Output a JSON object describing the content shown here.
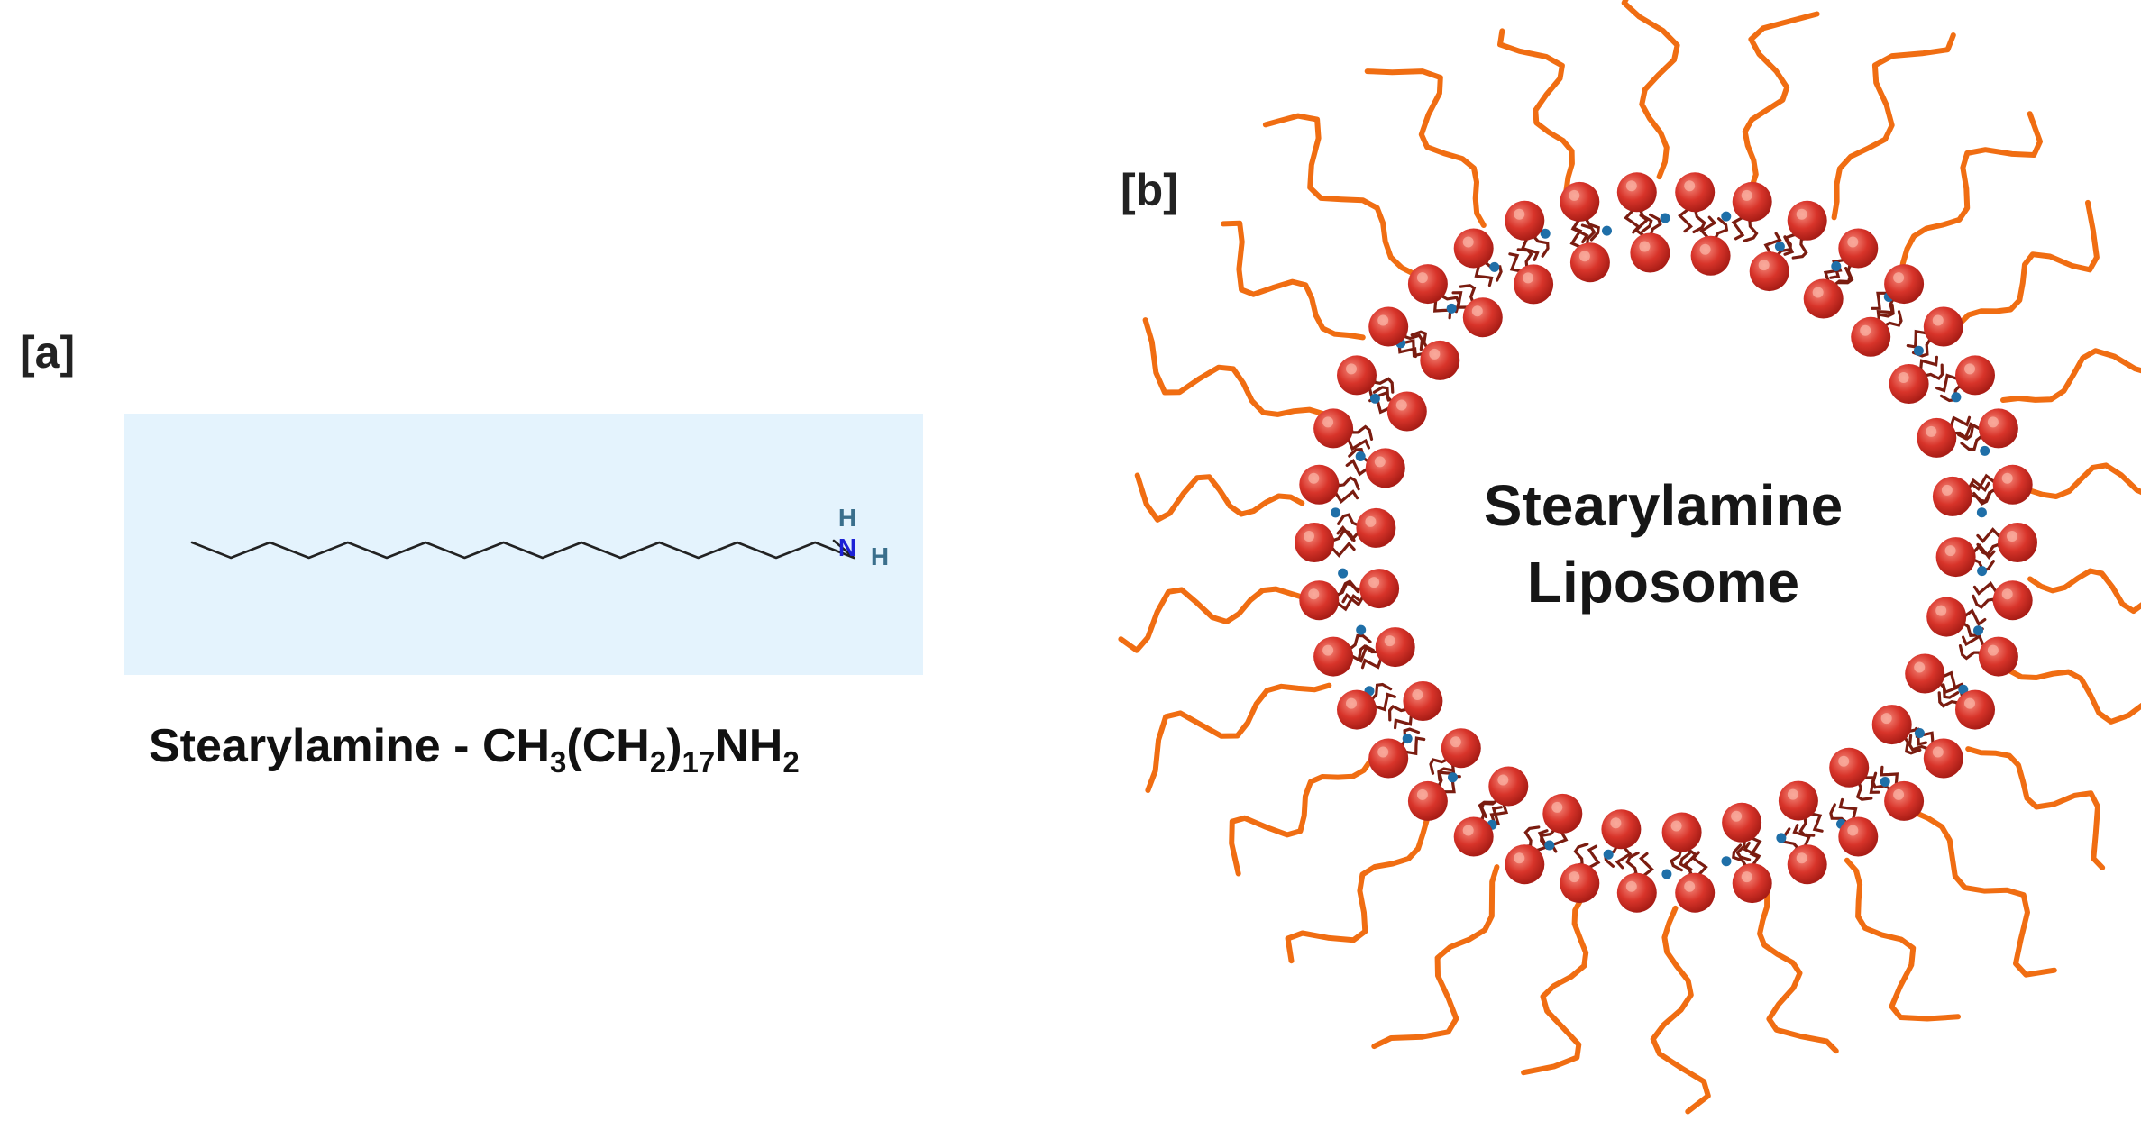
{
  "panel_a": {
    "label": "[a]",
    "atom_H_top": "H",
    "atom_N": "N",
    "atom_H_right": "H",
    "formula_main": "Stearylamine - CH",
    "formula_sub1": "3",
    "formula_mid1": "(CH",
    "formula_sub2": "2",
    "formula_mid2": ")",
    "formula_sub3": "17",
    "formula_mid3": "NH",
    "formula_sub4": "2"
  },
  "panel_b": {
    "label": "[b]",
    "center_line1": "Stearylamine",
    "center_line2": "Liposome"
  },
  "colors": {
    "molecule_box": "#e4f3fd",
    "bond": "#222222",
    "nitrogen": "#1d22d6",
    "hydrogen": "#3a6f8c",
    "headgroup": "#d8342a",
    "headgroup_light": "#f58a7c",
    "tail": "#7a1c10",
    "amine_dot": "#1f6fa8",
    "peg_chain": "#f06d12"
  },
  "icons": {
    "lipid_head": "red-sphere",
    "amine": "blue-dot",
    "peg": "wavy-line"
  }
}
